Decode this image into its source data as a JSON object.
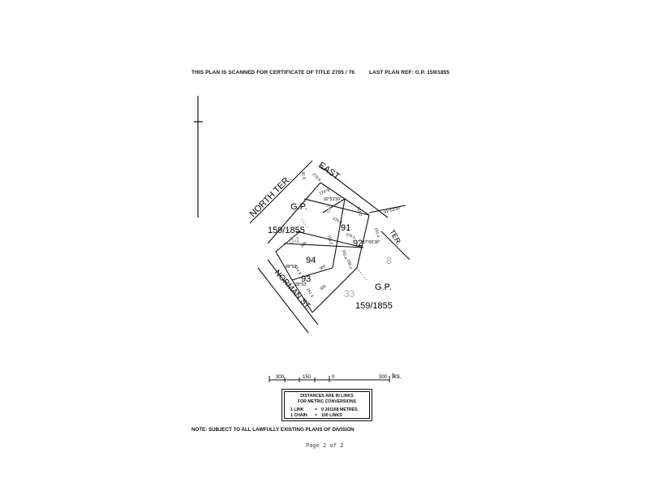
{
  "header": {
    "left": "THIS PLAN IS SCANNED FOR CERTIFICATE OF TITLE 2705 / 76",
    "right": "LAST PLAN REF: G.P. 159/1855"
  },
  "plan": {
    "streets": {
      "north_ter": "NORTH TER.",
      "east": "EAST",
      "ter": "TER.",
      "norman_st": "NORMAN ST."
    },
    "gp_left": {
      "label": "G.P.",
      "ref": "159/1855",
      "parcel": "34"
    },
    "gp_right": {
      "label": "G.P.",
      "ref": "159/1855",
      "parcel": "33"
    },
    "gp_top_parcel": "3",
    "lots": [
      "91",
      "92",
      "94",
      "93"
    ],
    "bearings": {
      "b1": "174°3'",
      "b2": "92°53'30\"",
      "b3": "92°53'30\"",
      "b4": "87°06'30\"",
      "b5": "89°53'",
      "b6": "89°53'"
    },
    "dimensions": {
      "d_a": "270.9",
      "d_b": "151.2",
      "d_c": "151.4",
      "d_d": "270.6",
      "d_e": "270.1",
      "d_f": "151.2",
      "d_g": "151.4",
      "d_h": "300",
      "d_i": "151.3",
      "d_j": "300",
      "d_k": "151.3",
      "d_l": "300",
      "d_m": "265.4",
      "d_n": "81.6"
    }
  },
  "scale": {
    "ticks": [
      "300",
      "150",
      "0",
      "300"
    ],
    "unit": "lks."
  },
  "legend": {
    "title1": "DISTANCES ARE IN LINKS",
    "title2": "FOR METRIC CONVERSIONS",
    "row1_k": "1  LINK",
    "row1_v": "0·201168 METRES",
    "row2_k": "1  CHAIN",
    "row2_v": "100 LINKS"
  },
  "note": "NOTE: SUBJECT TO ALL LAWFULLY EXISTING PLANS OF DIVISION",
  "page": "Page 2 of 2"
}
